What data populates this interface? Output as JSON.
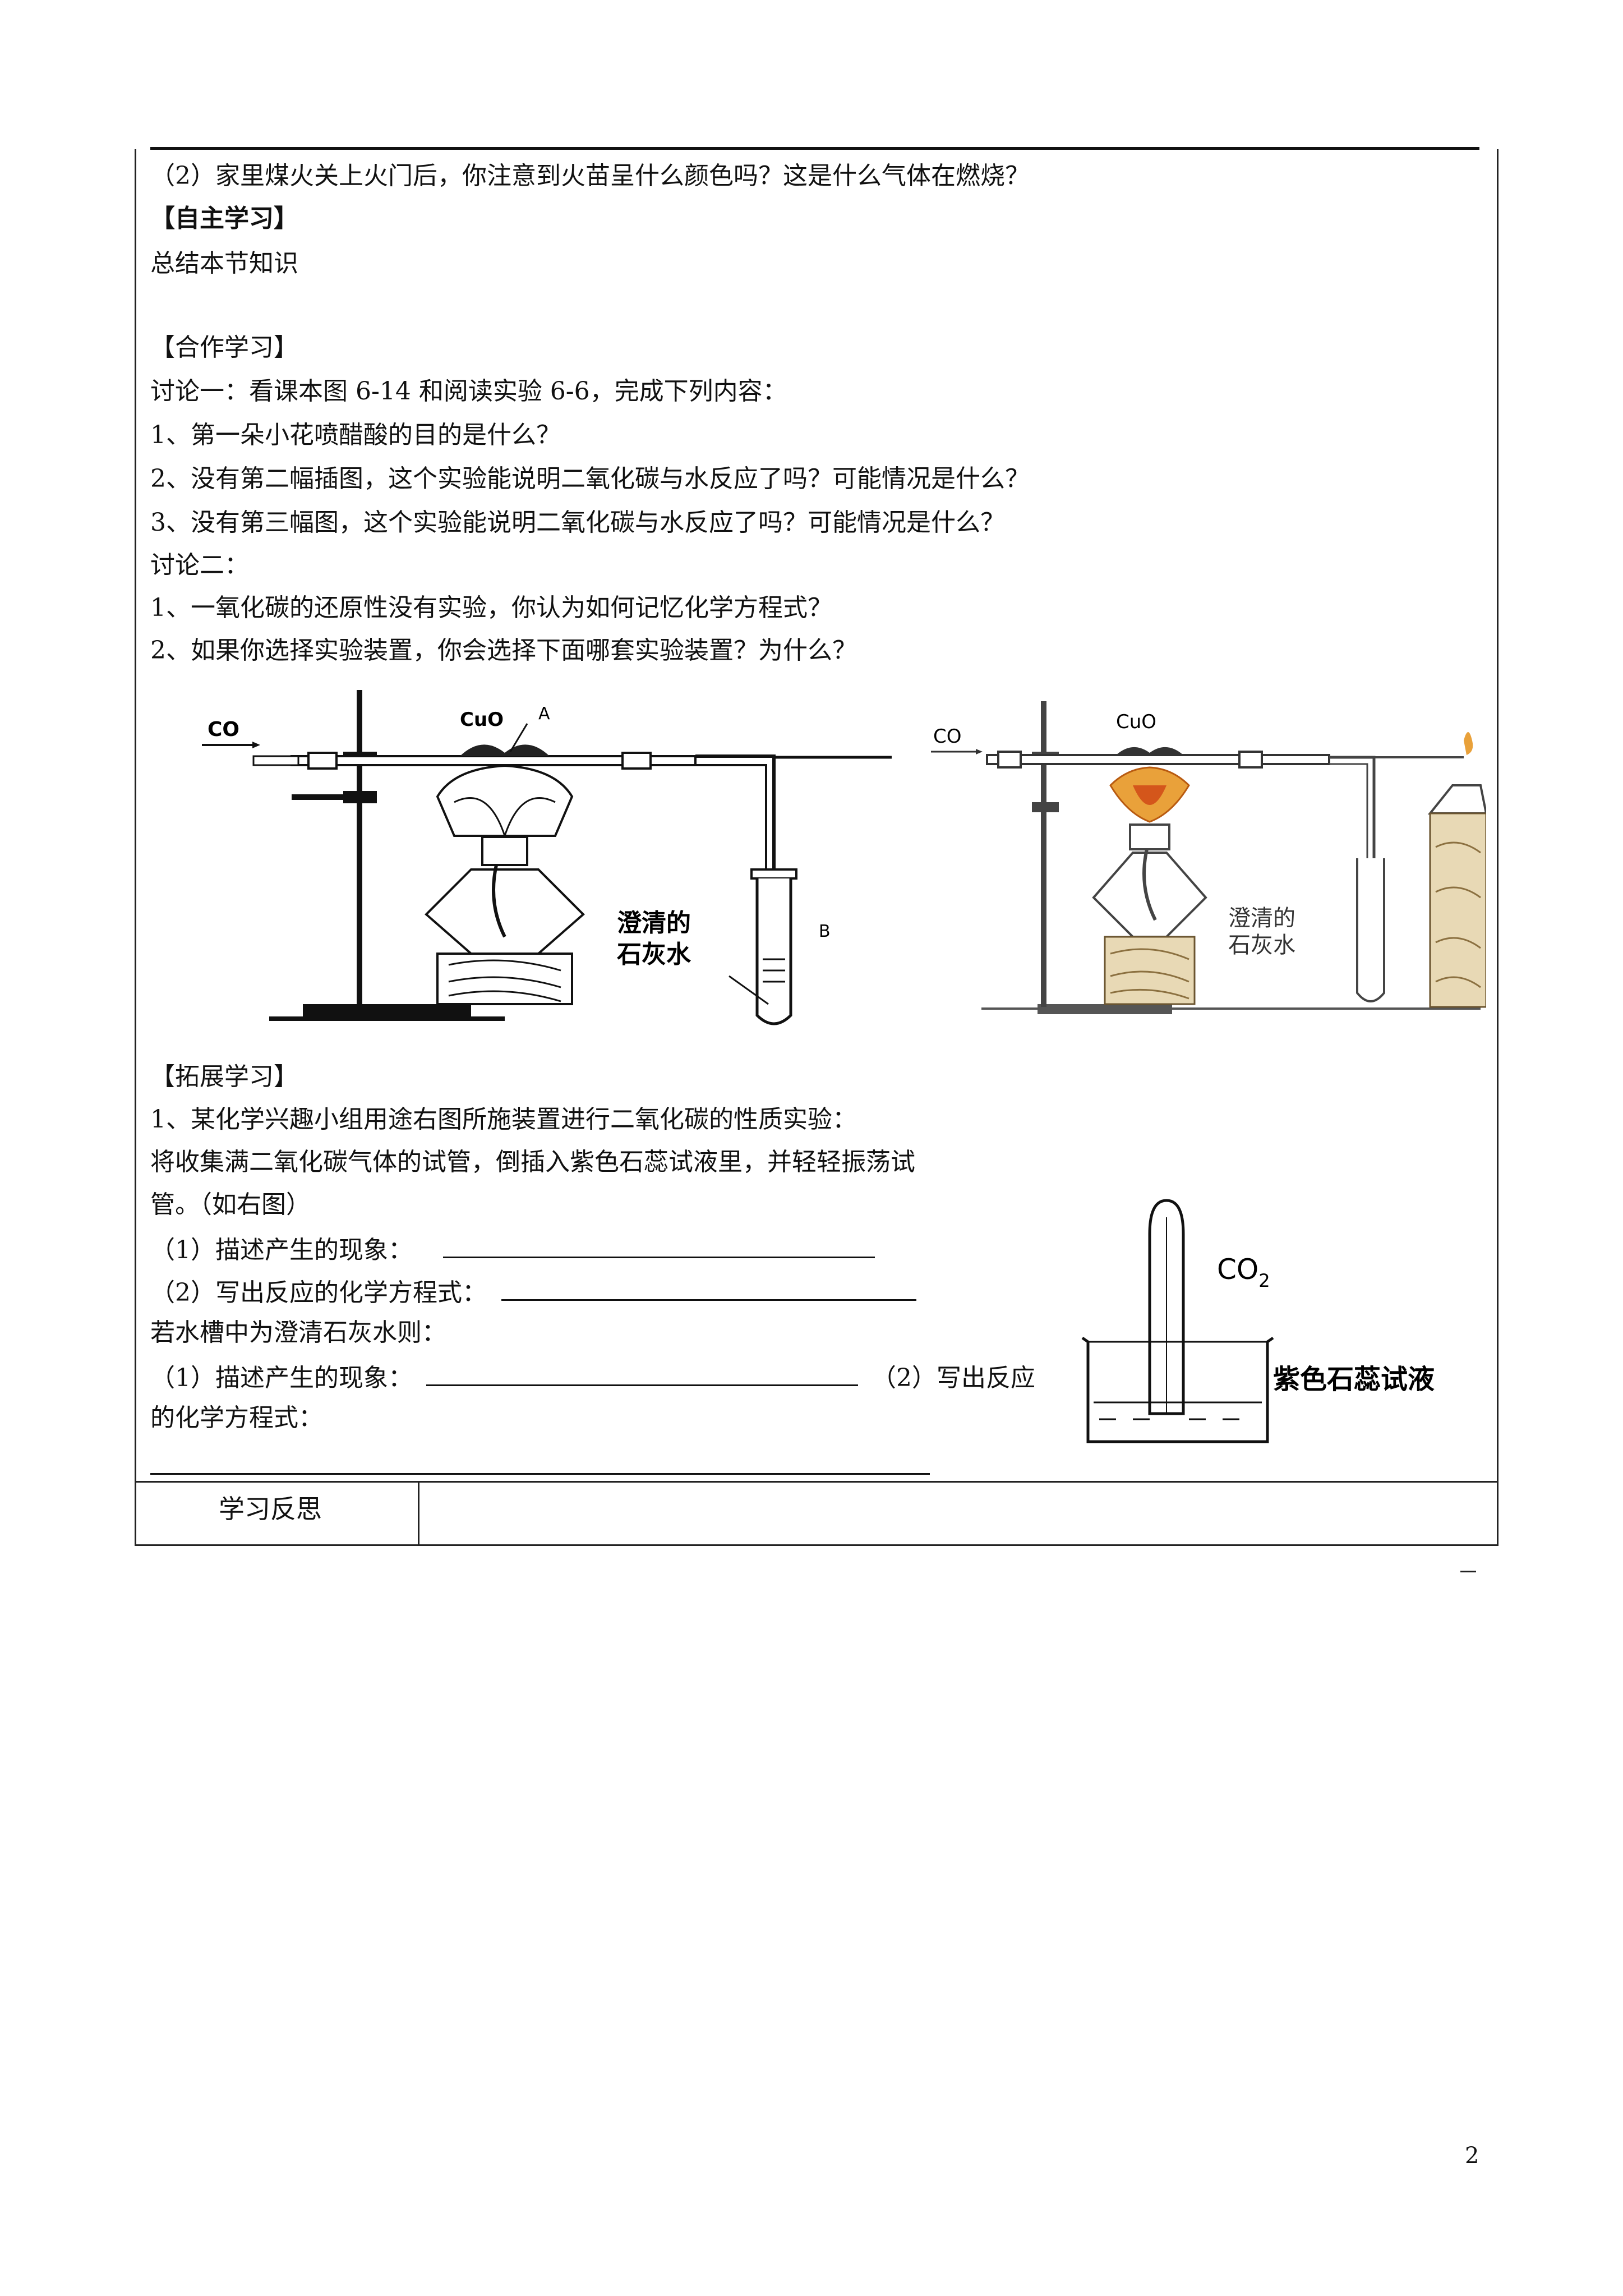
{
  "intro_q2": "（2）家里煤火关上火门后，你注意到火苗呈什么颜色吗？这是什么气体在燃烧？",
  "self_study": {
    "heading": "【自主学习】",
    "text": "总结本节知识"
  },
  "coop_study": {
    "heading": "【合作学习】",
    "d1": "讨论一：看课本图 6-14 和阅读实验 6-6，完成下列内容：",
    "d1_q1": "1、第一朵小花喷醋酸的目的是什么？",
    "d1_q2": "2、没有第二幅插图，这个实验能说明二氧化碳与水反应了吗？可能情况是什么？",
    "d1_q3": "3、没有第三幅图，这个实验能说明二氧化碳与水反应了吗？可能情况是什么？",
    "d2": "讨论二：",
    "d2_q1": "1、一氧化碳的还原性没有实验，你认为如何记忆化学方程式？",
    "d2_q2": "2、如果你选择实验装置，你会选择下面哪套实验装置？为什么？"
  },
  "figure_left": {
    "co": "CO",
    "cuo": "CuO",
    "label_a": "A",
    "label_b": "B",
    "limewater_1": "澄清的",
    "limewater_2": "石灰水"
  },
  "figure_right": {
    "co": "CO",
    "cuo": "CuO",
    "limewater_1": "澄清的",
    "limewater_2": "石灰水"
  },
  "ext_study": {
    "heading": "【拓展学习】",
    "q1": "1、某化学兴趣小组用途右图所施装置进行二氧化碳的性质实验：",
    "q1_a": "将收集满二氧化碳气体的试管，倒插入紫色石蕊试液里，并轻轻振荡试",
    "q1_b": "管。（如右图）",
    "s1": "（1）描述产生的现象：",
    "s2": "（2）写出反应的化学方程式：",
    "lime": "若水槽中为澄清石灰水则：",
    "s3": "（1）描述产生的现象：",
    "s4": "（2）写出反应",
    "s4_b": "的化学方程式："
  },
  "figure_beaker": {
    "gas": "CO",
    "gas_sub": "2",
    "liquid": "紫色石蕊试液"
  },
  "footer": {
    "reflection": "学习反思"
  },
  "page_number": "2"
}
